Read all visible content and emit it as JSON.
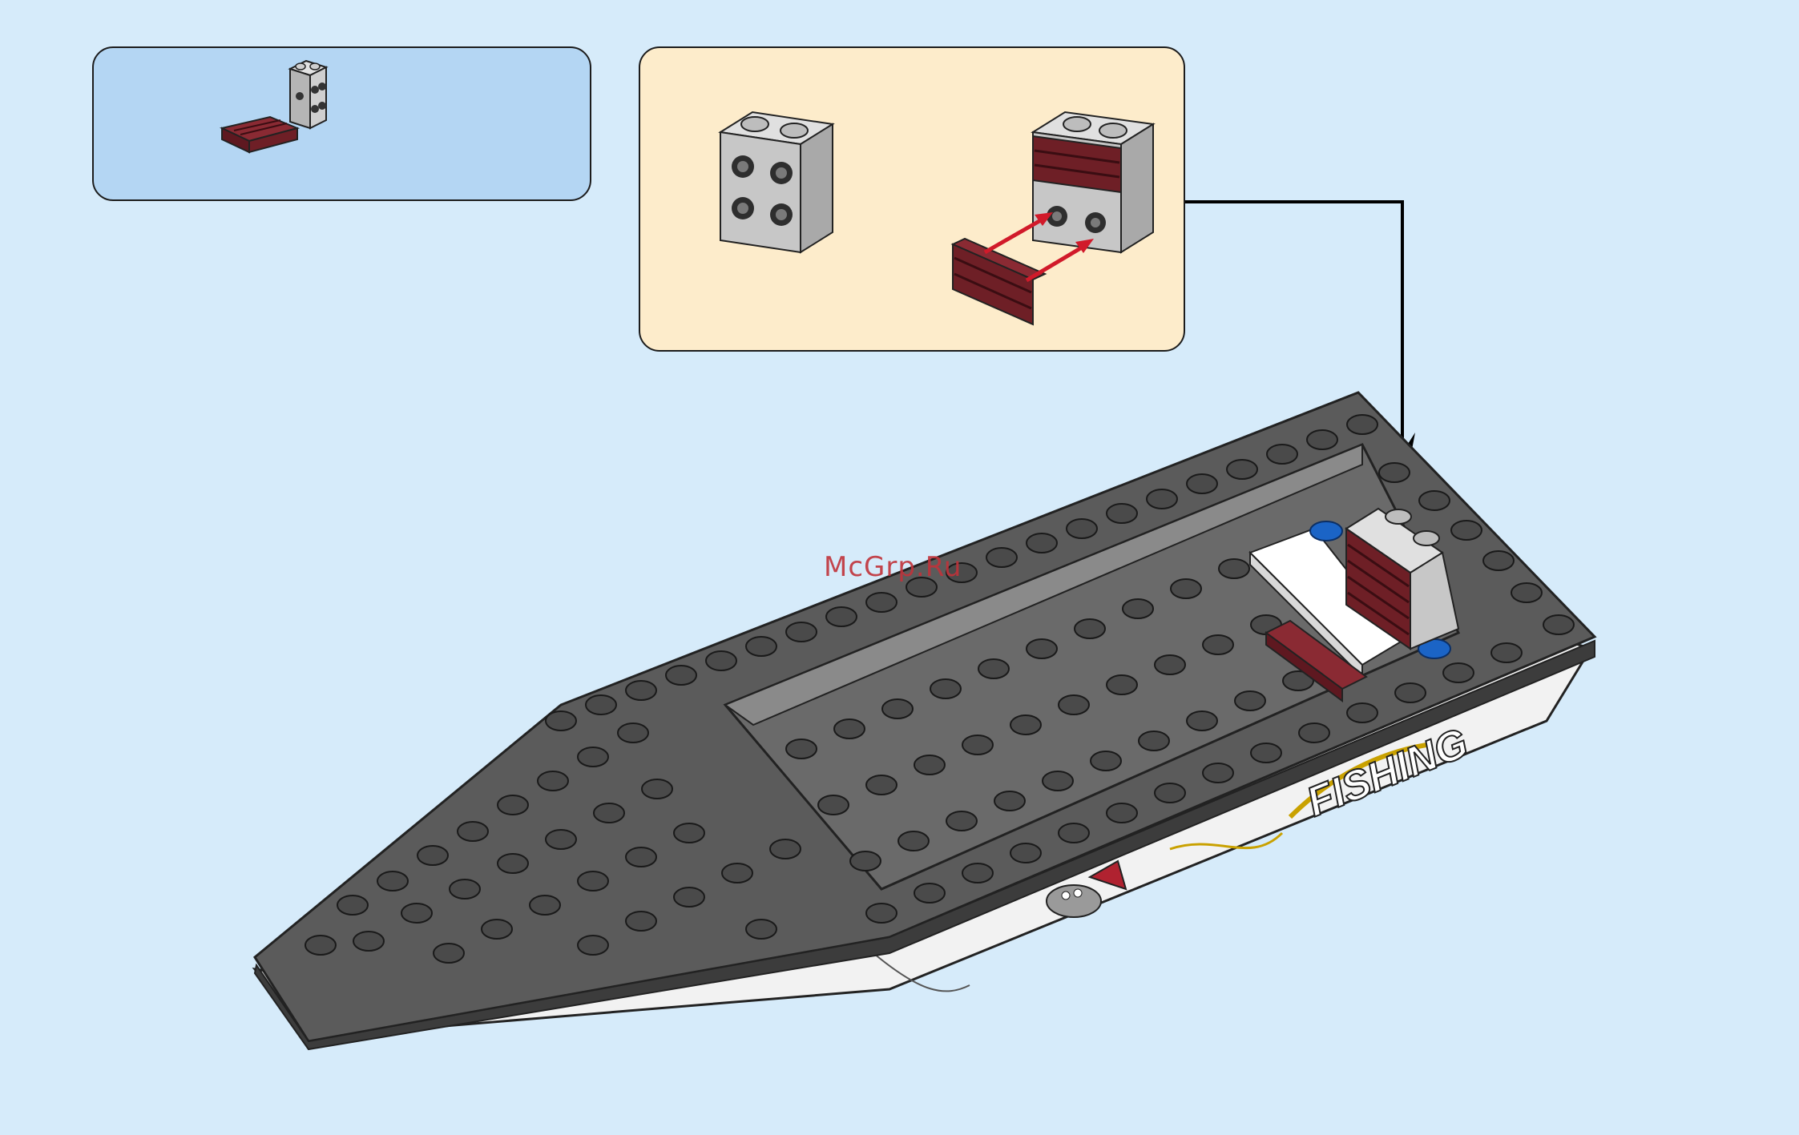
{
  "title": "",
  "parts_list": {
    "items": [
      {
        "name": "dark-red-grille-plate",
        "color": "#6e1f26"
      },
      {
        "name": "light-gray-brick-with-side-studs",
        "color": "#c9c9c9"
      }
    ]
  },
  "sub_step": {
    "before_piece": "light-gray-brick-with-side-studs",
    "after_piece": "brick-with-grille-plates-attached",
    "arrow_color": "#d11a2a"
  },
  "callout_arrow": {
    "color": "#000000"
  },
  "boat": {
    "deck_color": "#5b5b5b",
    "hull_color": "#f2f2f2",
    "decal_text": "FISHING",
    "decal_script_color": "#c9a100",
    "accent_blue": "#1b64c6"
  },
  "watermark": {
    "text": "McGrp.Ru"
  }
}
